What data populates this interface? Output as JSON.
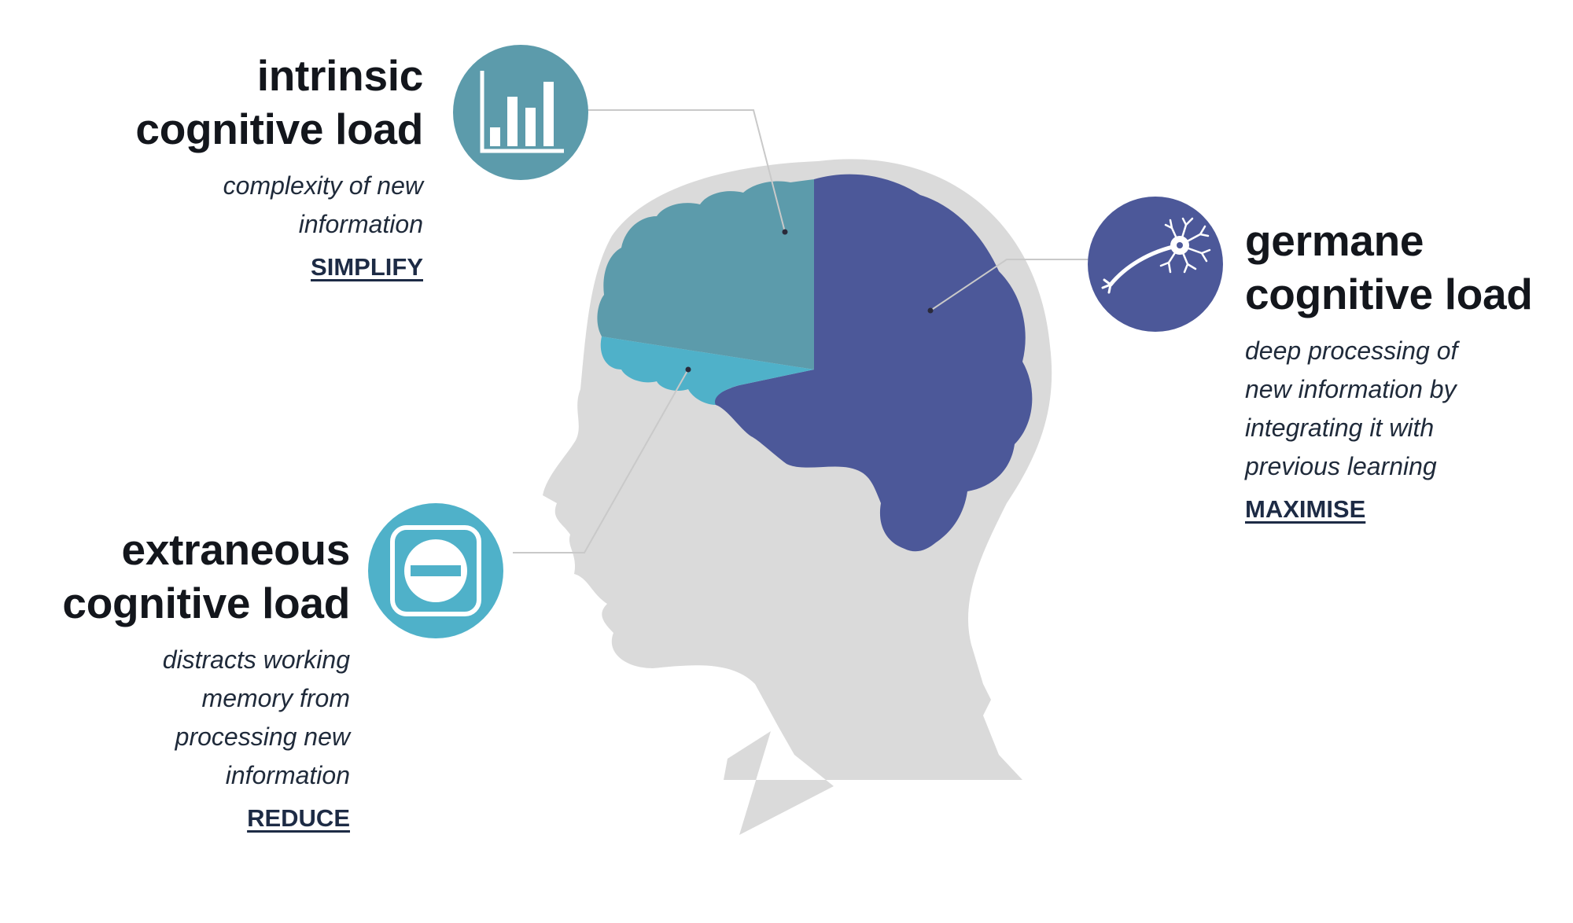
{
  "colors": {
    "head": "#dadada",
    "intrinsic": "#5c9bab",
    "extraneous": "#4fb1c9",
    "germane": "#4c5899",
    "leader": "#c9c9c9",
    "dot": "#2a2a3a"
  },
  "intrinsic": {
    "title": [
      "intrinsic",
      "cognitive load"
    ],
    "description": [
      "complexity of new",
      "information"
    ],
    "action": "SIMPLIFY",
    "icon": "bar-chart-icon"
  },
  "extraneous": {
    "title": [
      "extraneous",
      "cognitive load"
    ],
    "description": [
      "distracts working",
      "memory from",
      "processing new",
      "information"
    ],
    "action": "REDUCE",
    "icon": "minus-sign-icon"
  },
  "germane": {
    "title": [
      "germane",
      "cognitive load"
    ],
    "description": [
      "deep processing of",
      "new information by",
      "integrating it with",
      "previous learning"
    ],
    "action": "MAXIMISE",
    "icon": "neuron-icon"
  }
}
